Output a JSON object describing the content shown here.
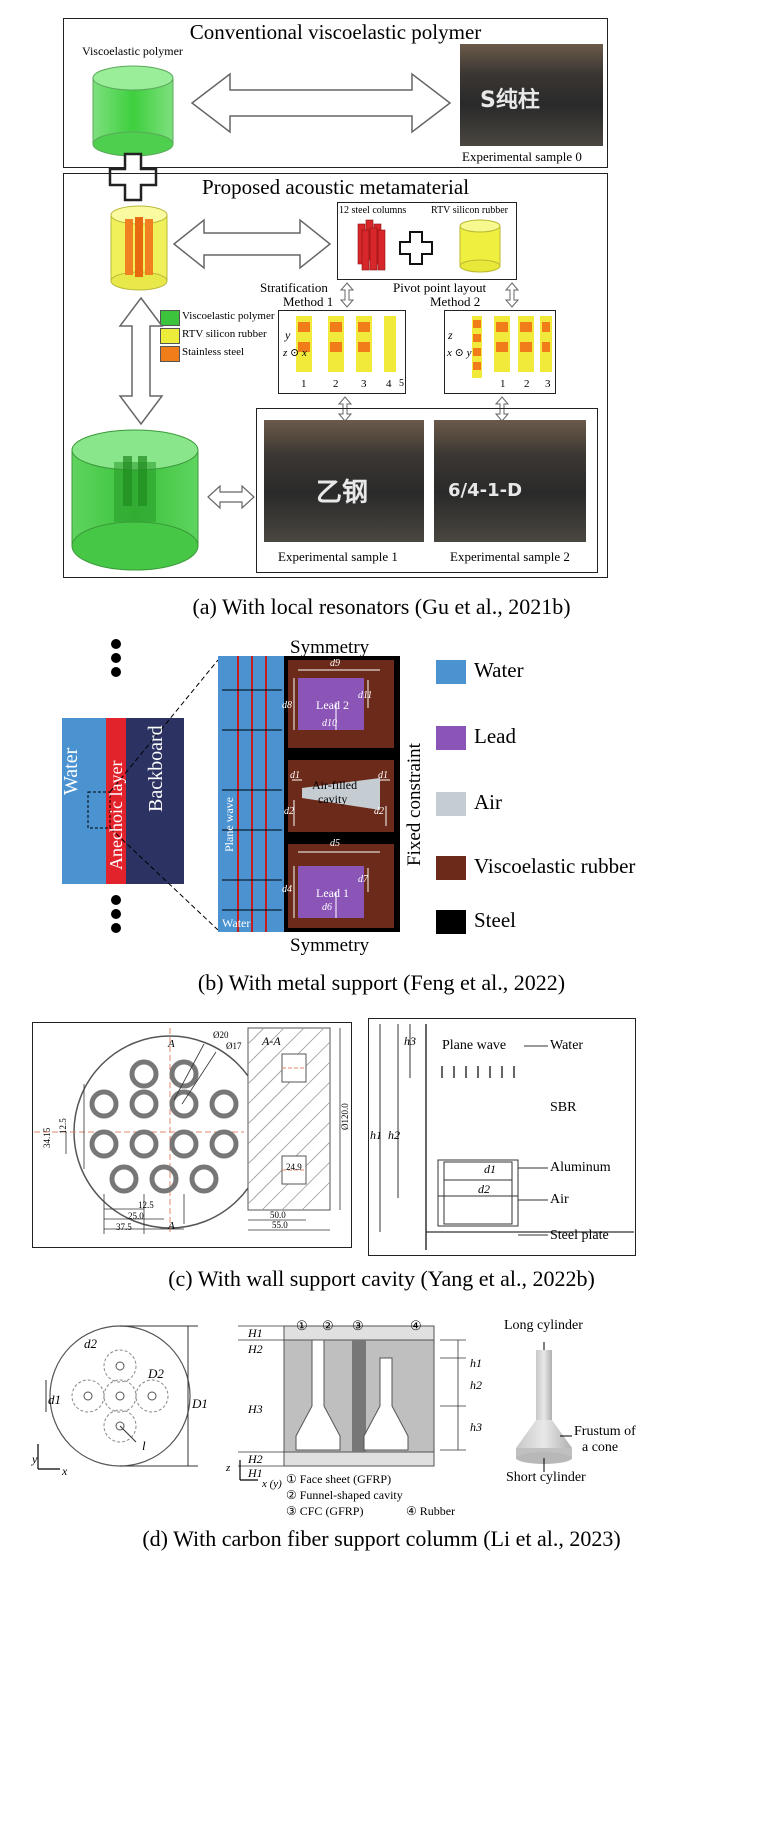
{
  "panel_a": {
    "title_conventional": "Conventional viscoelastic polymer",
    "label_viscoelastic_polymer": "Viscoelastic polymer",
    "label_sample0": "Experimental sample 0",
    "sample0_text": "S纯柱",
    "title_proposed": "Proposed acoustic metamaterial",
    "label_12_steel": "12 steel columns",
    "label_rtv": "RTV silicon rubber",
    "method1_line1": "Stratification",
    "method1_line2": "Method 1",
    "method2_line1": "Pivot point layout",
    "method2_line2": "Method 2",
    "legend": [
      {
        "label": "Viscoelastic polymer",
        "color": "#3cc43c"
      },
      {
        "label": "RTV silicon rubber",
        "color": "#ecec3a"
      },
      {
        "label": "Stainless steel",
        "color": "#f07d1a"
      }
    ],
    "m1_axes": {
      "y": "y",
      "zx": "z ⊙ x"
    },
    "m2_axes": {
      "z": "z",
      "xy": "x ⊙ y"
    },
    "m1_numbers": [
      "1",
      "2",
      "3",
      "4",
      "5"
    ],
    "m2_numbers": [
      "1",
      "2",
      "3"
    ],
    "label_sample1": "Experimental sample 1",
    "label_sample2": "Experimental sample 2",
    "sample1_text": "乙钢",
    "sample2_text": "6/4-1-D",
    "caption": "(a) With local resonators (Gu et al., 2021b)"
  },
  "panel_b": {
    "label_water": "Water",
    "label_anechoic": "Anechoic layer",
    "label_backboard": "Backboard",
    "label_plane_wave": "Plane wave",
    "label_water_small": "Water",
    "symmetry_top": "Symmetry",
    "symmetry_bottom": "Symmetry",
    "fixed_constraint": "Fixed constraint",
    "lead2": "Lead 2",
    "lead1": "Lead 1",
    "air_cavity_1": "Air-filled",
    "air_cavity_2": "cavity",
    "dims": {
      "d9": "d9",
      "d8": "d8",
      "d10": "d10",
      "d11": "d11",
      "d1a": "d1",
      "d1b": "d1",
      "d2a": "d2",
      "d2b": "d2",
      "d5": "d5",
      "d4": "d4",
      "d6": "d6",
      "d7": "d7"
    },
    "legend": [
      {
        "label": "Water",
        "color": "#4a92d0"
      },
      {
        "label": "Lead",
        "color": "#8b55b8"
      },
      {
        "label": "Air",
        "color": "#c5ccd2"
      },
      {
        "label": "Viscoelastic rubber",
        "color": "#6b2a1a"
      },
      {
        "label": "Steel",
        "color": "#000000"
      }
    ],
    "caption": "(b) With metal support (Feng et al., 2022)"
  },
  "panel_c": {
    "section_mark_a1": "A",
    "section_mark_a2": "A",
    "section_title": "A-A",
    "d20": "Ø20",
    "d17": "Ø17",
    "d120": "Ø120.0",
    "d3415": "34.15",
    "d125v": "12.5",
    "d125h": "12.5",
    "d250": "25.0",
    "d375": "37.5",
    "d249": "24.9",
    "d500": "50.0",
    "d550": "55.0",
    "plane_wave": "Plane wave",
    "water": "Water",
    "sbr": "SBR",
    "aluminum": "Aluminum",
    "air": "Air",
    "steel_plate": "Steel plate",
    "h1": "h1",
    "h2": "h2",
    "h3": "h3",
    "d1": "d1",
    "d2": "d2",
    "caption": "(c) With wall support cavity (Yang et al., 2022b)"
  },
  "panel_d": {
    "d2": "d2",
    "d1": "d1",
    "D2": "D2",
    "D1": "D1",
    "l": "l",
    "axis_y": "y",
    "axis_x": "x",
    "axis_z": "z",
    "axis_xy": "x (y)",
    "H1a": "H1",
    "H2a": "H2",
    "H3": "H3",
    "H2b": "H2",
    "H1b": "H1",
    "h1": "h1",
    "h2": "h2",
    "h3": "h3",
    "circled": [
      "①",
      "②",
      "③",
      "④"
    ],
    "legend_1": "① Face sheet (GFRP)",
    "legend_2": "② Funnel-shaped cavity",
    "legend_3": "③ CFC (GFRP)",
    "legend_4": "④ Rubber",
    "long_cylinder": "Long cylinder",
    "frustum_1": "Frustum of",
    "frustum_2": "a cone",
    "short_cylinder": "Short cylinder",
    "caption": "(d) With carbon fiber support columm (Li et al., 2023)"
  }
}
